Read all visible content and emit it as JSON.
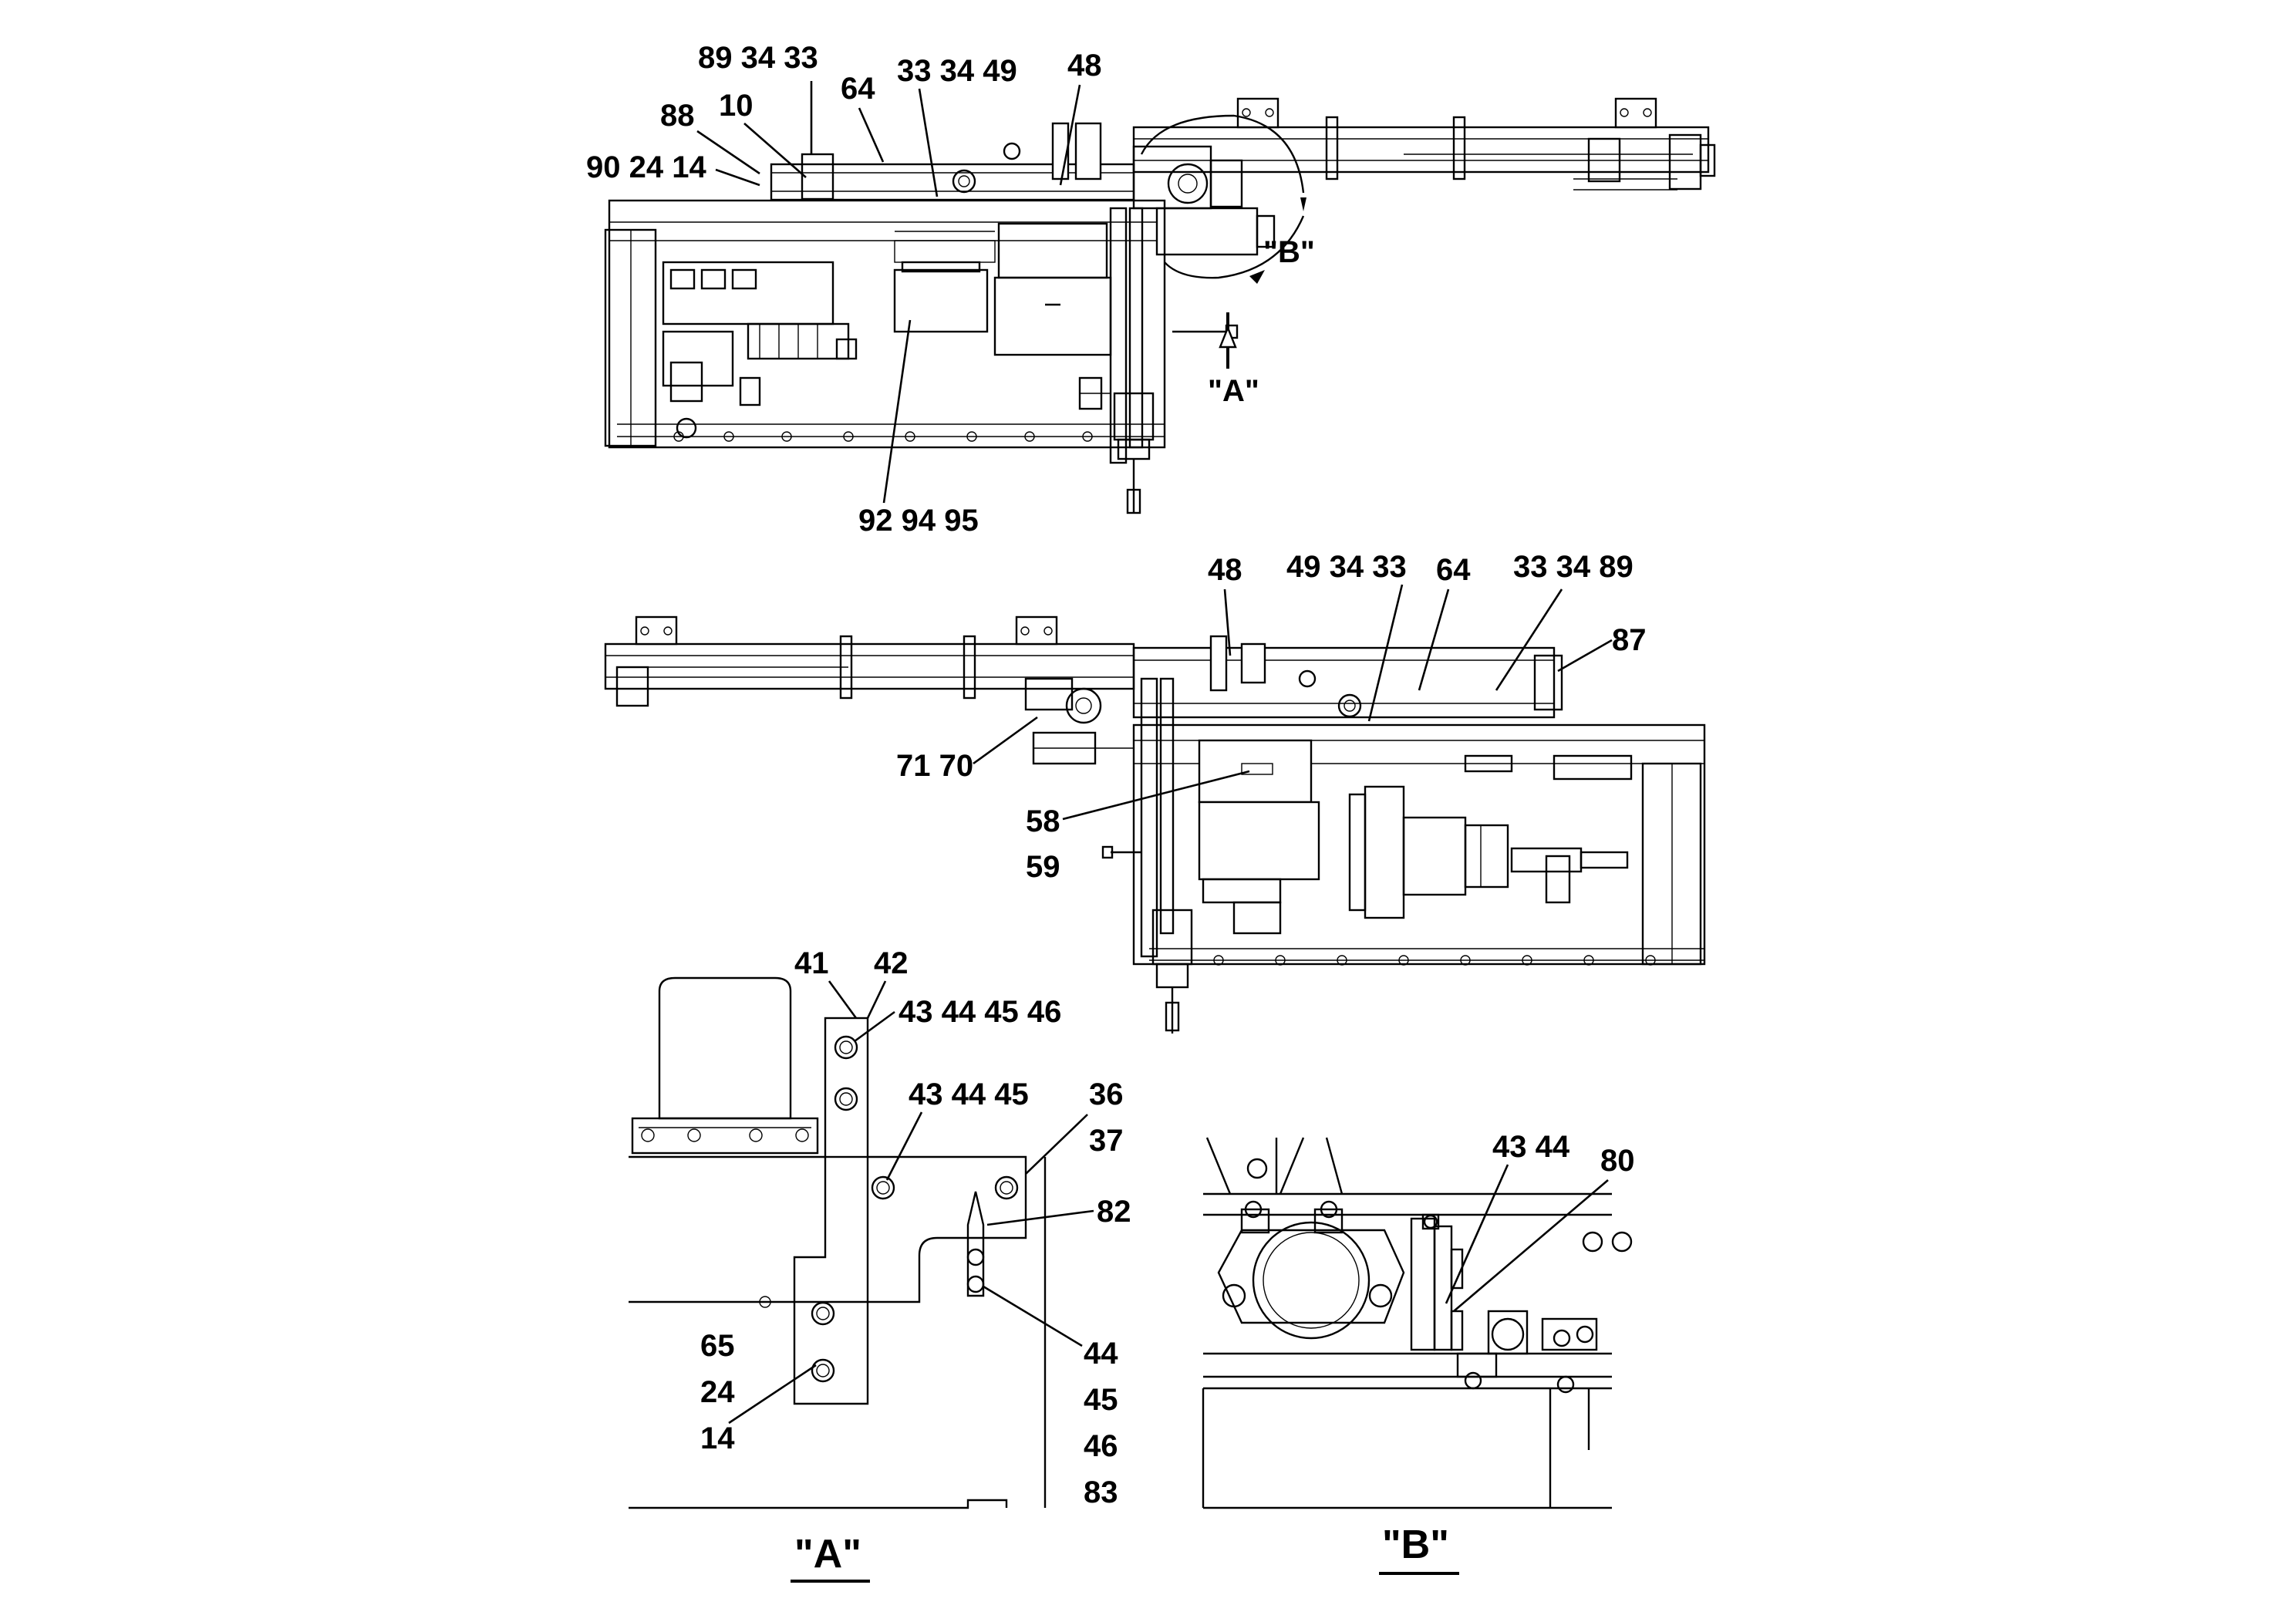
{
  "top_view": {
    "callouts": {
      "c89_34_33": "89 34 33",
      "c64": "64",
      "c33_34_49": "33 34 49",
      "c48": "48",
      "c88": "88",
      "c10": "10",
      "c90_24_14": "90 24 14",
      "cB": "\"B\"",
      "cA": "\"A\"",
      "c92_94_95": "92 94 95"
    }
  },
  "middle_view": {
    "callouts": {
      "c48": "48",
      "c49_34_33": "49 34 33",
      "c64": "64",
      "c33_34_89": "33 34 89",
      "c87": "87",
      "c71_70": "71 70",
      "c58": "58",
      "c59": "59"
    }
  },
  "detail_a": {
    "title": "\"A\"",
    "callouts": {
      "c41": "41",
      "c42": "42",
      "c43_44_45_46": "43 44 45 46",
      "c43_44_45": "43 44 45",
      "c36": "36",
      "c37": "37",
      "c82": "82",
      "c44": "44",
      "c45": "45",
      "c46": "46",
      "c83": "83",
      "c65": "65",
      "c24": "24",
      "c14": "14"
    }
  },
  "detail_b": {
    "title": "\"B\"",
    "callouts": {
      "c43_44": "43 44",
      "c80": "80"
    }
  }
}
